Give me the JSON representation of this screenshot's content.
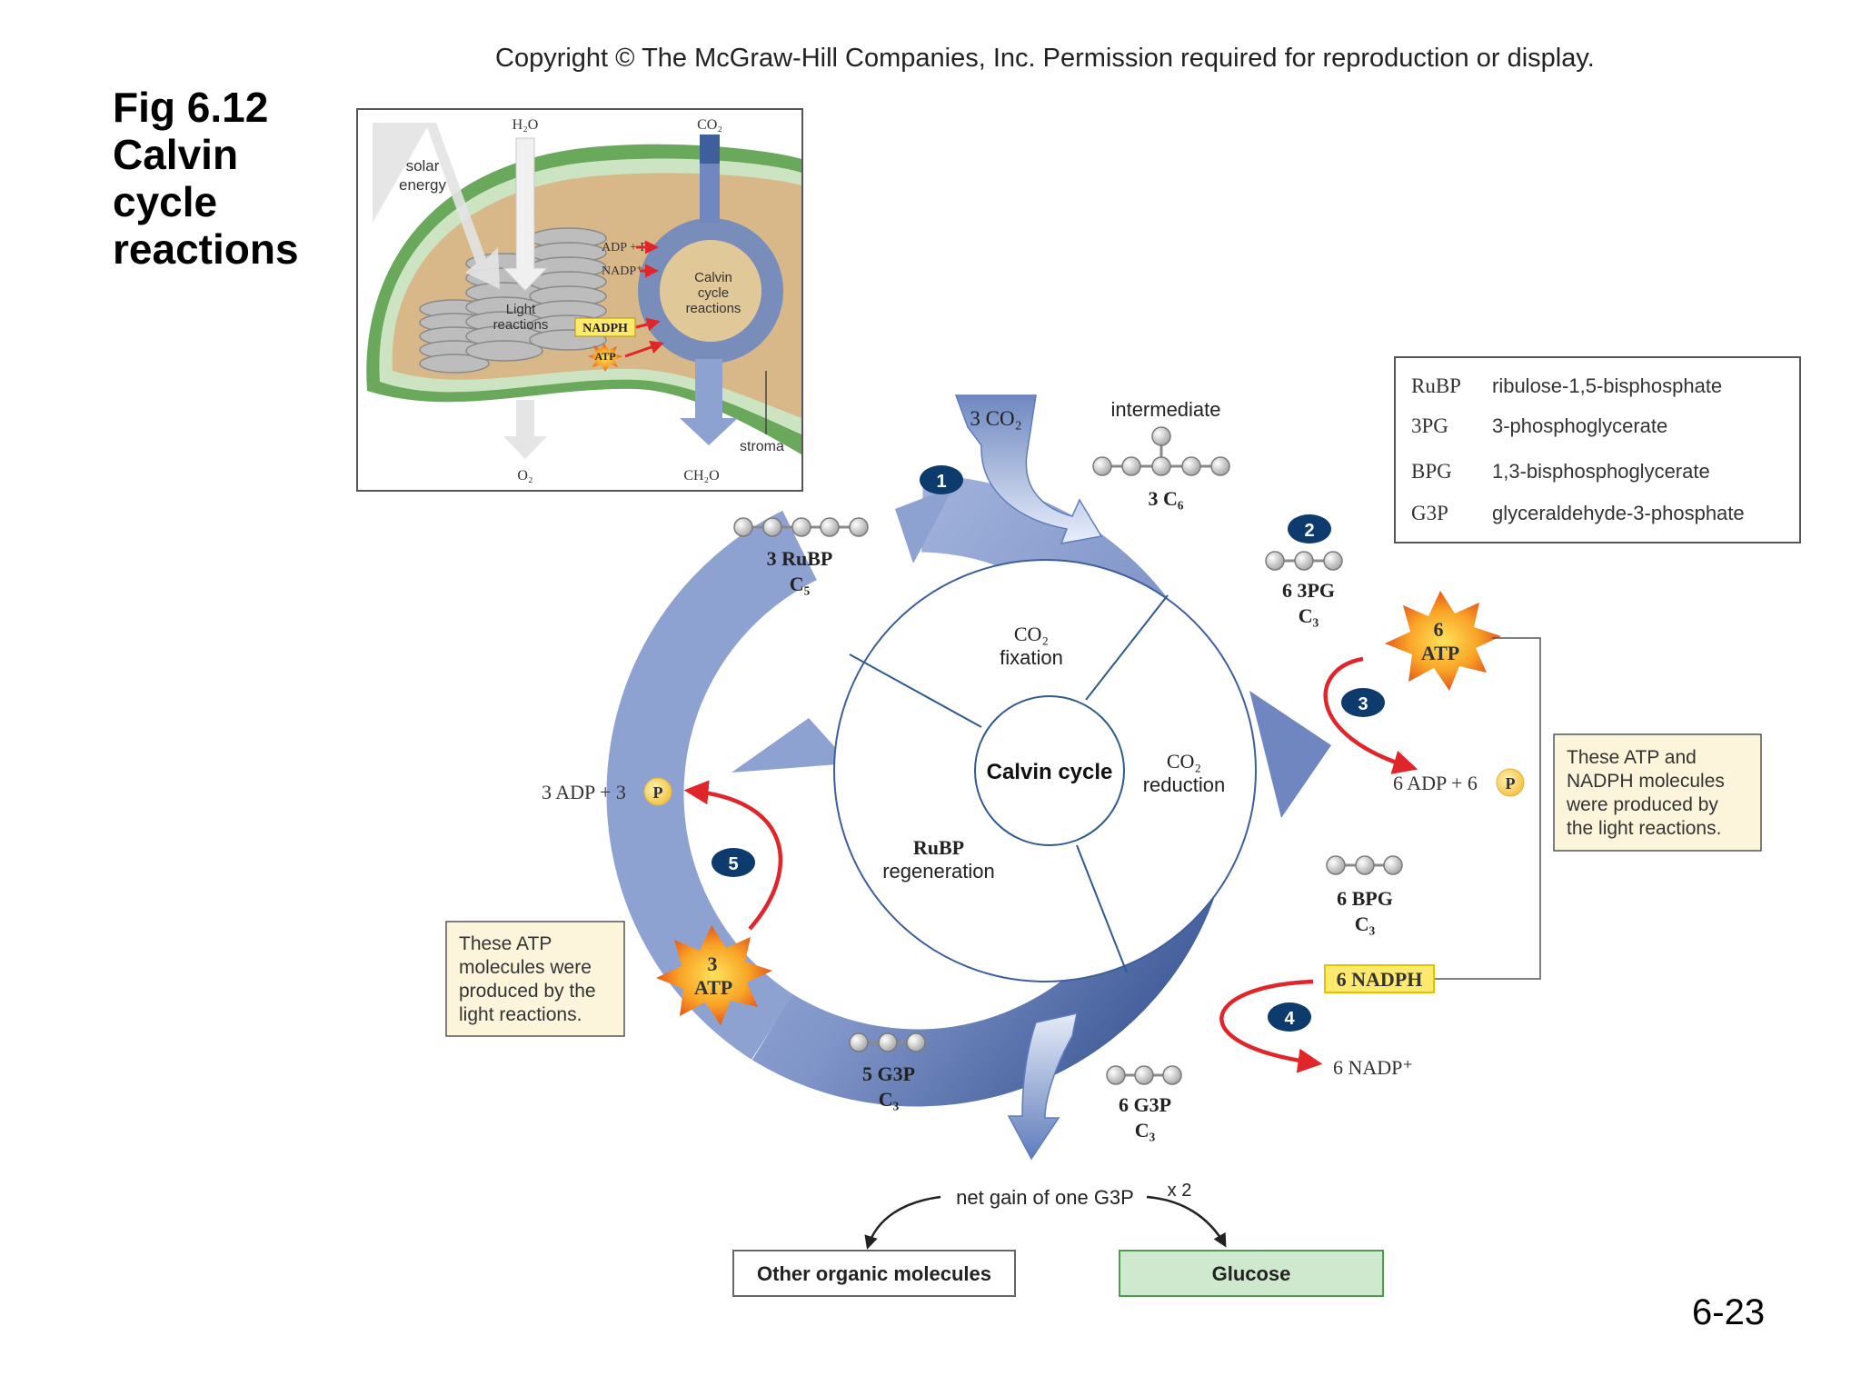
{
  "title": {
    "line1": "Fig 6.12",
    "line2": "Calvin",
    "line3": "cycle",
    "line4": "reactions"
  },
  "copyright": "Copyright © The McGraw-Hill Companies, Inc. Permission required for reproduction or display.",
  "slide_number": "6-23",
  "colors": {
    "cycle_dark": "#3f5e9c",
    "cycle_light": "#aab9df",
    "red_arrow": "#e0262b",
    "atp_orange": "#f4a020",
    "nadph_yellow": "#fde96b",
    "glucose_green": "#cfe9cf",
    "stroma_tan": "#d9b98a",
    "membrane_green": "#5b9c4e"
  },
  "inset": {
    "h2o": "H₂O",
    "co2": "CO₂",
    "solar_line1": "solar",
    "solar_line2": "energy",
    "adp_p": "ADP + P",
    "nadp": "NADP⁺",
    "light_line1": "Light",
    "light_line2": "reactions",
    "nadph": "NADPH",
    "atp": "ATP",
    "calvin_line1": "Calvin",
    "calvin_line2": "cycle",
    "calvin_line3": "reactions",
    "stroma": "stroma",
    "o2": "O₂",
    "ch2o": "CH₂O"
  },
  "legend": [
    {
      "abbr": "RuBP",
      "full": "ribulose-1,5-bisphosphate"
    },
    {
      "abbr": "3PG",
      "full": "3-phosphoglycerate"
    },
    {
      "abbr": "BPG",
      "full": "1,3-bisphosphoglycerate"
    },
    {
      "abbr": "G3P",
      "full": "glyceraldehyde-3-phosphate"
    }
  ],
  "cycle": {
    "center": "Calvin cycle",
    "fixation_line1": "CO₂",
    "fixation_line2": "fixation",
    "reduction_line1": "CO₂",
    "reduction_line2": "reduction",
    "regen_line1": "RuBP",
    "regen_line2": "regeneration"
  },
  "inputs": {
    "co2": "3 CO₂"
  },
  "molecules": {
    "intermediate": "intermediate",
    "c6": "3 C₆",
    "rubp": "3 RuBP",
    "c5": "C₅",
    "pg": "6 3PG",
    "pg_c": "C₃",
    "bpg": "6 BPG",
    "bpg_c": "C₃",
    "g3p6": "6 G3P",
    "g3p6_c": "C₃",
    "g3p5": "5 G3P",
    "g3p5_c": "C₃"
  },
  "steps": [
    "1",
    "2",
    "3",
    "4",
    "5"
  ],
  "energy": {
    "atp6_num": "6",
    "atp6_label": "ATP",
    "adp6": "6 ADP + 6",
    "p_symbol": "P",
    "nadph6": "6 NADPH",
    "nadp6": "6 NADP⁺",
    "atp3_num": "3",
    "atp3_label": "ATP",
    "adp3": "3 ADP + 3"
  },
  "note_right": {
    "line1": "These ATP and",
    "line2": "NADPH molecules",
    "line3": "were produced by",
    "line4": "the light reactions."
  },
  "note_left": {
    "line1": "These ATP",
    "line2": "molecules were",
    "line3": "produced by the",
    "line4": "light reactions."
  },
  "output": {
    "net_gain": "net gain of one G3P",
    "times": "x 2",
    "other": "Other organic molecules",
    "glucose": "Glucose"
  }
}
